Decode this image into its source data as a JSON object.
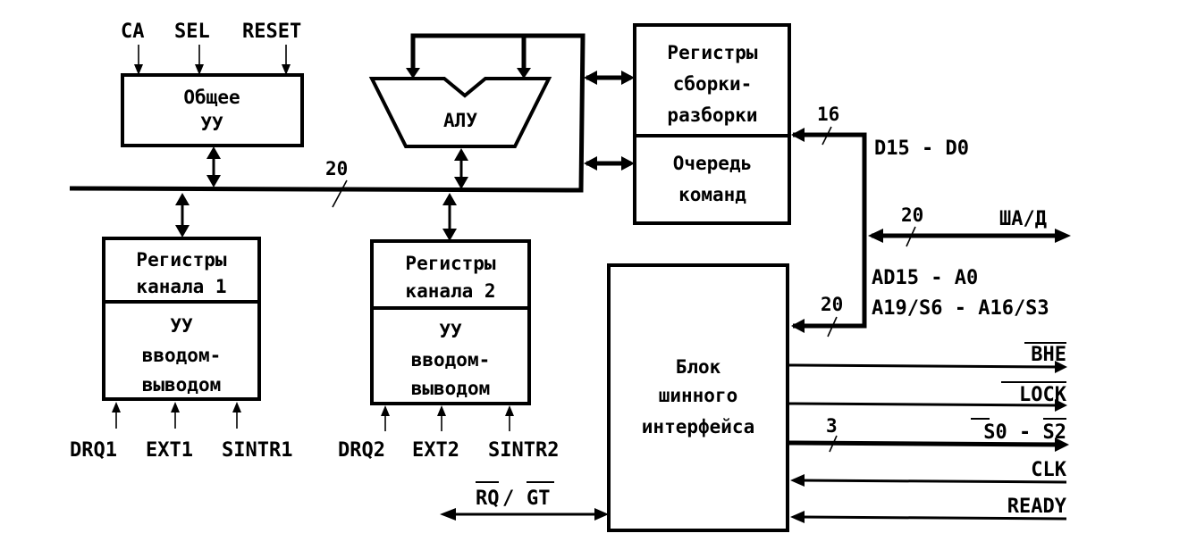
{
  "diagram": {
    "title": "",
    "colors": {
      "line": "#000000",
      "background": "#ffffff"
    },
    "blocks": {
      "control_unit": {
        "lines": [
          "Общее",
          "УУ"
        ]
      },
      "alu": {
        "label": "АЛУ"
      },
      "assembly_registers": {
        "lines": [
          "Регистры",
          "сборки-",
          "разборки"
        ]
      },
      "command_queue": {
        "lines": [
          "Очередь",
          "команд"
        ]
      },
      "channel1_registers": {
        "lines": [
          "Регистры",
          "канала 1"
        ]
      },
      "channel1_io_control": {
        "lines": [
          "УУ",
          "вводом-",
          "выводом"
        ]
      },
      "channel2_registers": {
        "lines": [
          "Регистры",
          "канала 2"
        ]
      },
      "channel2_io_control": {
        "lines": [
          "УУ",
          "вводом-",
          "выводом"
        ]
      },
      "bus_interface": {
        "lines": [
          "Блок",
          "шинного",
          "интерфейса"
        ]
      }
    },
    "top_signals": [
      "CA",
      "SEL",
      "RESET"
    ],
    "channel1_signals": [
      "DRQ1",
      "EXT1",
      "SINTR1"
    ],
    "channel2_signals": [
      "DRQ2",
      "EXT2",
      "SINTR2"
    ],
    "bus_widths": {
      "internal_bus": "20",
      "data_bus": "16",
      "address_data_bus": "20",
      "bus_interface_input": "20",
      "status_lines": "3"
    },
    "data_bus_label": "D15 - D0",
    "external_bus_label": "ША/Д",
    "address_labels": [
      "AD15 - A0",
      "A19/S6 - A16/S3"
    ],
    "bus_interface_signals": [
      {
        "name": "BHE",
        "active_low": true,
        "direction": "out"
      },
      {
        "name": "LOCK",
        "active_low": true,
        "direction": "out"
      },
      {
        "name": "S0 - S2",
        "active_low": true,
        "direction": "out"
      },
      {
        "name": "CLK",
        "active_low": false,
        "direction": "in"
      },
      {
        "name": "READY",
        "active_low": false,
        "direction": "in"
      }
    ],
    "rq_gt_label": {
      "left": "RQ",
      "sep": "/",
      "right": "GT"
    }
  }
}
